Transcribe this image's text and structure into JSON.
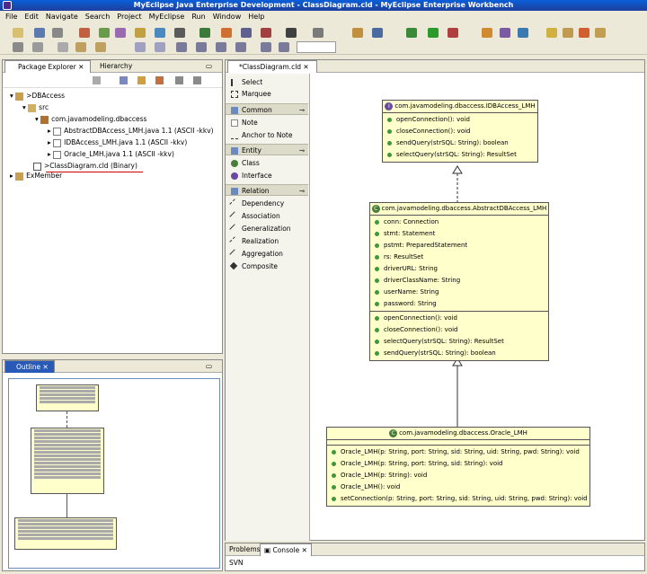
{
  "window": {
    "title": "MyEclipse Java Enterprise Development - ClassDiagram.cld - MyEclipse Enterprise Workbench"
  },
  "menu": [
    "File",
    "Edit",
    "Navigate",
    "Search",
    "Project",
    "MyEclipse",
    "Run",
    "Window",
    "Help"
  ],
  "package_explorer": {
    "tabs": [
      "Package Explorer",
      "Hierarchy"
    ],
    "tree": [
      ">DBAccess",
      "src",
      "com.javamodeling.dbaccess",
      "AbstractDBAccess_LMH.java  1.1  (ASCII -kkv)",
      "IDBAccess_LMH.java  1.1  (ASCII -kkv)",
      "Oracle_LMH.java  1.1  (ASCII -kkv)",
      ">ClassDiagram.cld   (Binary)",
      "ExMember"
    ]
  },
  "outline": {
    "tab": "Outline"
  },
  "editor": {
    "tab": "*ClassDiagram.cld"
  },
  "palette": {
    "tools": [
      "Select",
      "Marquee"
    ],
    "common": {
      "label": "Common",
      "items": [
        "Note",
        "Anchor to Note"
      ]
    },
    "entity": {
      "label": "Entity",
      "items": [
        "Class",
        "Interface"
      ]
    },
    "relation": {
      "label": "Relation",
      "items": [
        "Dependency",
        "Association",
        "Generalization",
        "Realization",
        "Aggregation",
        "Composite"
      ]
    }
  },
  "diagram": {
    "interface": {
      "name": "com.javamodeling.dbaccess.IDBAccess_LMH",
      "methods": [
        "openConnection(): void",
        "closeConnection(): void",
        "sendQuery(strSQL: String): boolean",
        "selectQuery(strSQL: String): ResultSet"
      ]
    },
    "abstract": {
      "name": "com.javamodeling.dbaccess.AbstractDBAccess_LMH",
      "fields": [
        "conn: Connection",
        "stmt: Statement",
        "pstmt: PreparedStatement",
        "rs: ResultSet",
        "driverURL: String",
        "driverClassName: String",
        "userName: String",
        "password: String"
      ],
      "methods": [
        "openConnection(): void",
        "closeConnection(): void",
        "selectQuery(strSQL: String): ResultSet",
        "sendQuery(strSQL: String): boolean"
      ]
    },
    "oracle": {
      "name": "com.javamodeling.dbaccess.Oracle_LMH",
      "methods": [
        "Oracle_LMH(p: String, port: String, sid: String, uid: String, pwd: String): void",
        "Oracle_LMH(p: String, port: String, sid: String): void",
        "Oracle_LMH(p: String): void",
        "Oracle_LMH(): void",
        "setConnection(p: String, port: String, sid: String, uid: String, pwd: String): void"
      ]
    }
  },
  "bottom": {
    "tabs": [
      "Problems",
      "Console"
    ],
    "status": "SVN"
  }
}
